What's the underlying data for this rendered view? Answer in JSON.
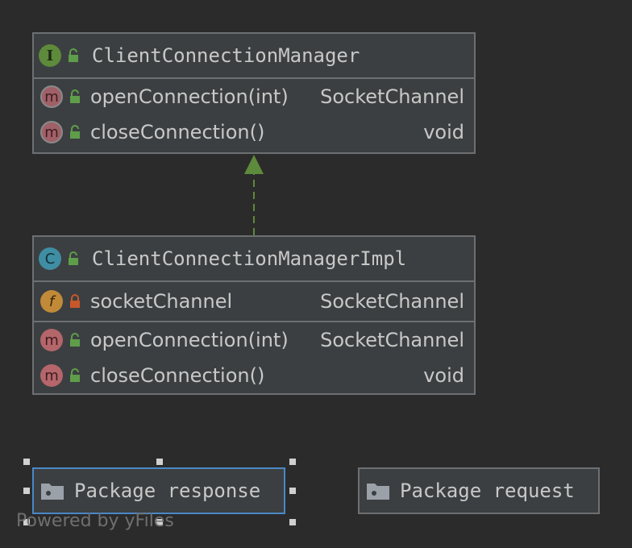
{
  "interface_node": {
    "title": "ClientConnectionManager",
    "badge": "I",
    "methods": [
      {
        "badge": "m",
        "name": "openConnection(int)",
        "type": "SocketChannel"
      },
      {
        "badge": "m",
        "name": "closeConnection()",
        "type": "void"
      }
    ]
  },
  "class_node": {
    "title": "ClientConnectionManagerImpl",
    "badge": "C",
    "fields": [
      {
        "badge": "f",
        "name": "socketChannel",
        "type": "SocketChannel"
      }
    ],
    "methods": [
      {
        "badge": "m",
        "name": "openConnection(int)",
        "type": "SocketChannel"
      },
      {
        "badge": "m",
        "name": "closeConnection()",
        "type": "void"
      }
    ]
  },
  "packages": [
    {
      "label": "Package response",
      "selected": true
    },
    {
      "label": "Package request",
      "selected": false
    }
  ],
  "watermark": "Powered by yFiles",
  "colors": {
    "background": "#2b2b2b",
    "node_fill": "#3c3f41",
    "node_border": "#6d6f71",
    "selection": "#4a88c7",
    "arrow": "#5e8a3b",
    "public_lock": "#5e9e4a",
    "private_lock": "#c8582a"
  }
}
